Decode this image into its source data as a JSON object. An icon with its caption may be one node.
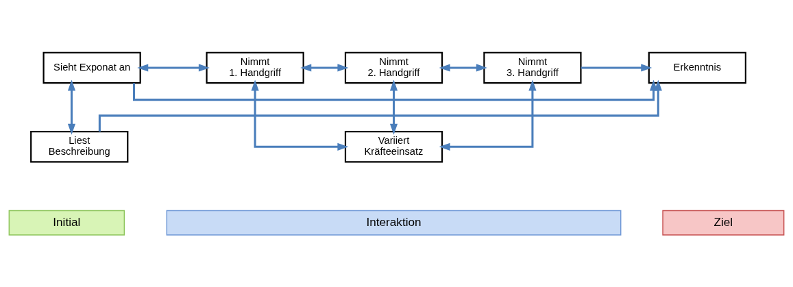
{
  "diagram": {
    "nodes": [
      {
        "text": [
          "Sieht Exponat an"
        ]
      },
      {
        "text": [
          "Nimmt 1. Handgriff"
        ]
      },
      {
        "text": [
          "Nimmt 2. Handgriff"
        ]
      },
      {
        "text": [
          "Nimmt 3. Handgriff"
        ]
      },
      {
        "text": [
          "Erkenntnis"
        ]
      },
      {
        "text": [
          "Liest Beschreibung"
        ]
      },
      {
        "text": [
          "Variiert Kräfteeinsatz"
        ]
      },
      {
        "text": [
          "Initial"
        ]
      },
      {
        "text": [
          "Interaktion"
        ]
      },
      {
        "text": [
          "Ziel"
        ]
      }
    ],
    "edges": [
      {
        "from": 0,
        "to": 1,
        "arrow": "both"
      },
      {
        "from": 1,
        "to": 2,
        "arrow": "both"
      },
      {
        "from": 2,
        "to": 3,
        "arrow": "both"
      },
      {
        "from": 3,
        "to": 4,
        "arrow": "to"
      },
      {
        "from": 0,
        "to": 4,
        "arrow": "to"
      },
      {
        "from": 0,
        "to": 5,
        "arrow": "both"
      },
      {
        "from": 5,
        "to": 4,
        "arrow": "to"
      },
      {
        "from": 1,
        "to": 6,
        "arrow": "both"
      },
      {
        "from": 2,
        "to": 6,
        "arrow": "both"
      },
      {
        "from": 3,
        "to": 6,
        "arrow": "both"
      }
    ]
  }
}
